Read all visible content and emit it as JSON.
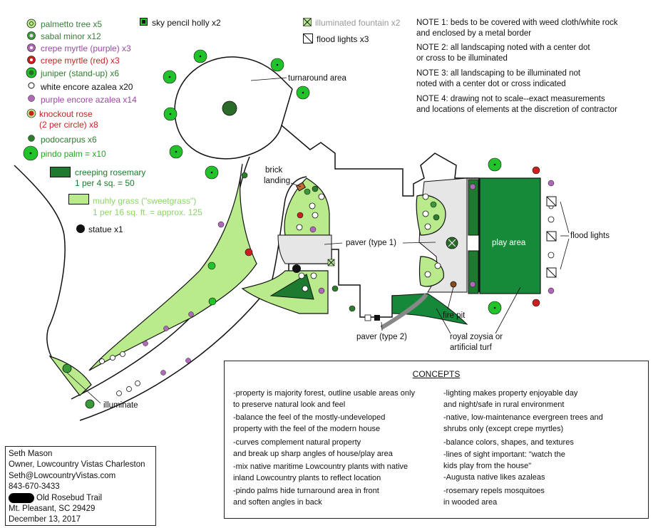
{
  "legend": [
    {
      "label": "palmetto tree x5",
      "color": "#3a7d3a"
    },
    {
      "label": "sabal minor x12",
      "color": "#3a7d3a"
    },
    {
      "label": "crepe myrtle (purple) x3",
      "color": "#9b4aa0"
    },
    {
      "label": "crepe myrtle (red) x3",
      "color": "#cc1f1f"
    },
    {
      "label": "juniper (stand-up) x6",
      "color": "#2e7d2e"
    },
    {
      "label": "white encore azalea x20",
      "color": "#111111"
    },
    {
      "label": "purple encore azalea x14",
      "color": "#9b4aa0"
    },
    {
      "label": "knockout rose",
      "label2": "(2 per circle) x8",
      "color": "#cc1f1f"
    },
    {
      "label": "podocarpus x6",
      "color": "#2e7d2e"
    },
    {
      "label": "pindo palm = x10",
      "color": "#22a822"
    }
  ],
  "legend_extra": {
    "creeping_rosemary": {
      "line1": "creeping rosemary",
      "line2": "1 per 4 sq. = 50"
    },
    "muhly": {
      "line1": "muhly grass (\"sweetgrass\")",
      "line2": "1 per 16 sq. ft. = approx. 125"
    },
    "statue": "statue x1",
    "holly": "sky pencil holly x2",
    "fountain": "illuminated fountain x2",
    "flood": "flood lights x3"
  },
  "notes": [
    {
      "line1": "NOTE 1: beds to be covered with weed cloth/white rock",
      "line2": "and enclosed by a metal border"
    },
    {
      "line1": "NOTE 2: all landscaping noted with a center dot",
      "line2": "or cross to be illuminated"
    },
    {
      "line1": "NOTE 3: all landscaping to be illuminated not",
      "line2": "noted with a center dot or cross indicated"
    },
    {
      "line1": "NOTE 4: drawing not to scale--exact measurements",
      "line2": "and locations of elements at the discretion of contractor"
    }
  ],
  "labels": {
    "turnaround": "turnaround area",
    "brick1": "brick",
    "brick2": "landing",
    "paver1": "paver (type 1)",
    "play": "play area",
    "flood": "flood lights",
    "firepit": "fire pit",
    "paver2": "paver (type 2)",
    "zoysia1": "royal zoysia or",
    "zoysia2": "artificial turf",
    "illuminate": "illuminate"
  },
  "concepts": {
    "title": "CONCEPTS",
    "left": [
      {
        "a": "-property is majority forest, outline usable areas only",
        "b": "to preserve natural look and feel"
      },
      {
        "a": "-balance the feel of the mostly-undeveloped",
        "b": "property with the feel of the modern house"
      },
      {
        "a": "-curves complement natural property",
        "b": "and break up sharp angles of house/play area"
      },
      {
        "a": "-mix native maritime Lowcountry plants with native",
        "b": "inland Lowcountry plants to reflect location"
      },
      {
        "a": "-pindo palms hide turnaround area in front",
        "b": "and soften angles in back"
      }
    ],
    "right": [
      {
        "a": "-lighting makes property enjoyable day",
        "b": "and night/safe in rural environment"
      },
      {
        "a": "-native, low-maintenance evergreen trees and",
        "b": "shrubs only (except crepe myrtles)"
      },
      {
        "a": "-balance colors, shapes, and textures",
        "b": ""
      },
      {
        "a": "-lines of sight important: \"watch the",
        "b": "kids play from the house\""
      },
      {
        "a": "-Augusta native likes azaleas",
        "b": ""
      },
      {
        "a": "-rosemary repels mosquitoes",
        "b": " in wooded area"
      }
    ]
  },
  "contact": {
    "name": "Seth Mason",
    "title": "Owner, Lowcountry Vistas Charleston",
    "email": "Seth@LowcountryVistas.com",
    "phone": "843-670-3433",
    "street": "Old Rosebud Trail",
    "city": "Mt. Pleasant, SC 29429",
    "date": "December 13, 2017"
  },
  "colors": {
    "bed": "#b9eb8c",
    "rosemary": "#1d7a2e",
    "play": "#178a3a",
    "paver": "#e6e6e6",
    "zoysia": "#16883a"
  }
}
